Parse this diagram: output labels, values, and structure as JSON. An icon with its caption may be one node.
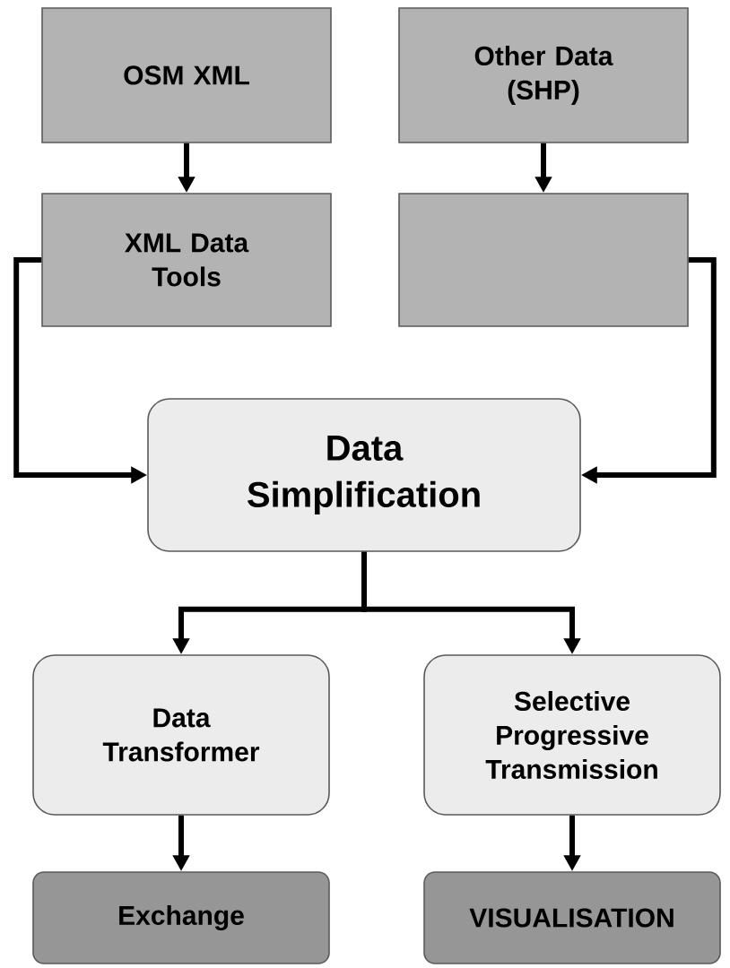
{
  "diagram": {
    "nodes": [
      {
        "text": [
          "OSM XML"
        ]
      },
      {
        "text": [
          "Other Data (SHP)"
        ]
      },
      {
        "text": [
          "XML Data Tools"
        ]
      },
      {
        "text": [],
        "shape": "box"
      },
      {
        "text": [
          "Data Simplification"
        ]
      },
      {
        "text": [
          "Data Transformer"
        ]
      },
      {
        "text": [
          "Selective Progressive Transmission"
        ]
      },
      {
        "text": [
          "Exchange"
        ]
      },
      {
        "text": [
          "VISUALISATION"
        ]
      }
    ],
    "edges": [
      {
        "from": 0,
        "to": 2,
        "arrow": "to"
      },
      {
        "from": 1,
        "to": 3,
        "arrow": "to"
      },
      {
        "from": 2,
        "to": 4,
        "arrow": "to"
      },
      {
        "from": 3,
        "to": 4,
        "arrow": "to"
      },
      {
        "from": 4,
        "to": 5,
        "arrow": "to"
      },
      {
        "from": 4,
        "to": 6,
        "arrow": "to"
      },
      {
        "from": 5,
        "to": 7,
        "arrow": "to"
      },
      {
        "from": 6,
        "to": 8,
        "arrow": "to"
      }
    ]
  }
}
